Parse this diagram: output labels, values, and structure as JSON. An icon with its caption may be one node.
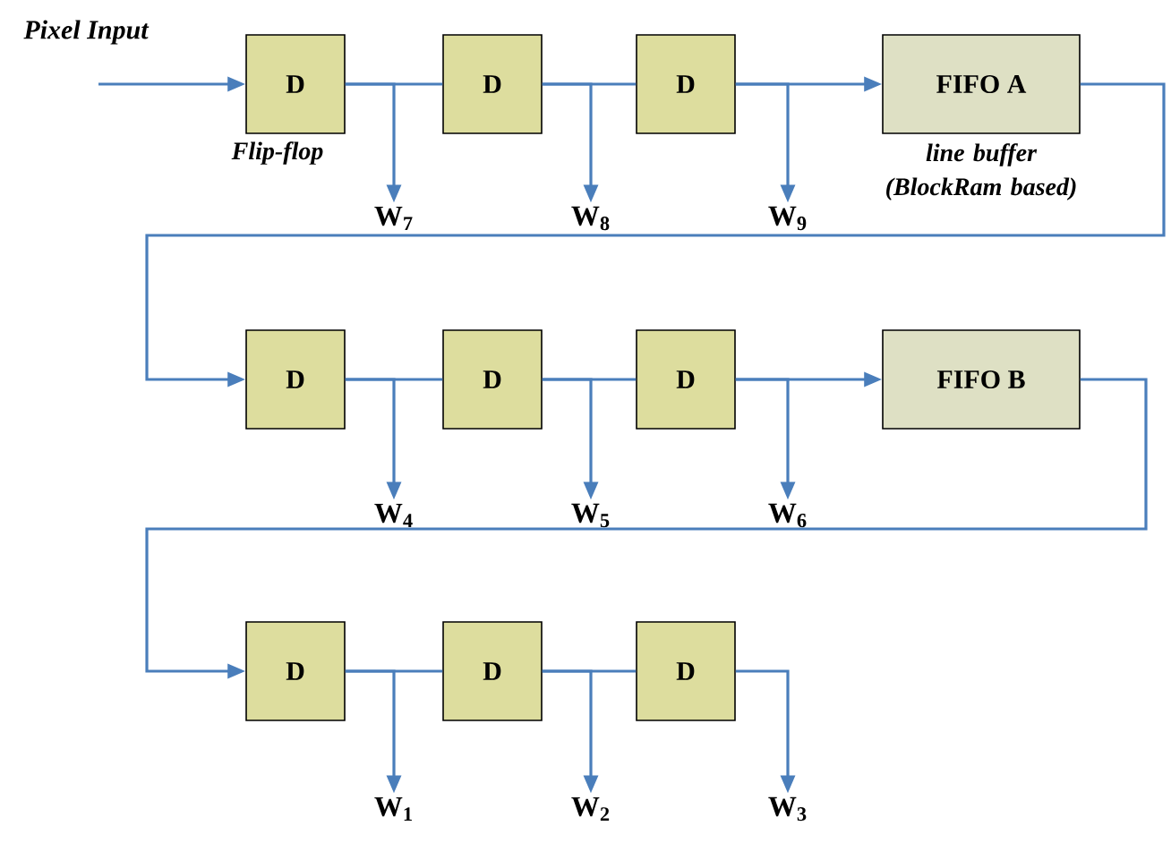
{
  "diagram": {
    "nodes": [
      {
        "text": [
          "D"
        ],
        "beside": [
          "Flip-flop"
        ]
      },
      {
        "text": [
          "D"
        ]
      },
      {
        "text": [
          "D"
        ]
      },
      {
        "text": [
          "FIFO A"
        ],
        "beside": [
          "line buffer (BlockRam based)"
        ]
      },
      {
        "text": [
          "W$_{7}$"
        ]
      },
      {
        "text": [
          "W$_{8}$"
        ]
      },
      {
        "text": [
          "W$_{9}$"
        ]
      },
      {
        "text": [
          "D"
        ]
      },
      {
        "text": [
          "D"
        ]
      },
      {
        "text": [
          "D"
        ]
      },
      {
        "text": [
          "FIFO B"
        ]
      },
      {
        "text": [
          "W$_{4}$"
        ]
      },
      {
        "text": [
          "W$_{5}$"
        ]
      },
      {
        "text": [
          "W$_{6}$"
        ]
      },
      {
        "text": [
          "D"
        ]
      },
      {
        "text": [
          "D"
        ]
      },
      {
        "text": [
          "D"
        ]
      },
      {
        "text": [
          "W$_{1}$"
        ]
      },
      {
        "text": [
          "W$_{2}$"
        ]
      },
      {
        "text": [
          "W$_{3}$"
        ]
      }
    ],
    "edges": [
      {
        "from": null,
        "to": 0,
        "arrow": "to"
      },
      {
        "from": 0,
        "to": 1,
        "arrow": "none"
      },
      {
        "from": 0,
        "to": 4,
        "arrow": "to"
      },
      {
        "from": 1,
        "to": 2,
        "arrow": "none"
      },
      {
        "from": 1,
        "to": 5,
        "arrow": "to"
      },
      {
        "from": 2,
        "to": 3,
        "arrow": "to"
      },
      {
        "from": 2,
        "to": 6,
        "arrow": "to"
      },
      {
        "from": 3,
        "to": 7,
        "arrow": "to"
      },
      {
        "from": 7,
        "to": 8,
        "arrow": "none"
      },
      {
        "from": 7,
        "to": 11,
        "arrow": "to"
      },
      {
        "from": 8,
        "to": 9,
        "arrow": "none"
      },
      {
        "from": 8,
        "to": 12,
        "arrow": "to"
      },
      {
        "from": 9,
        "to": 10,
        "arrow": "to"
      },
      {
        "from": 9,
        "to": 13,
        "arrow": "to"
      },
      {
        "from": 10,
        "to": 14,
        "arrow": "to"
      },
      {
        "from": 14,
        "to": 15,
        "arrow": "none"
      },
      {
        "from": 14,
        "to": 17,
        "arrow": "to"
      },
      {
        "from": 15,
        "to": 16,
        "arrow": "none"
      },
      {
        "from": 15,
        "to": 18,
        "arrow": "to"
      },
      {
        "from": 16,
        "to": 19,
        "arrow": "to"
      }
    ],
    "labels": [
      "Pixel Input"
    ]
  }
}
